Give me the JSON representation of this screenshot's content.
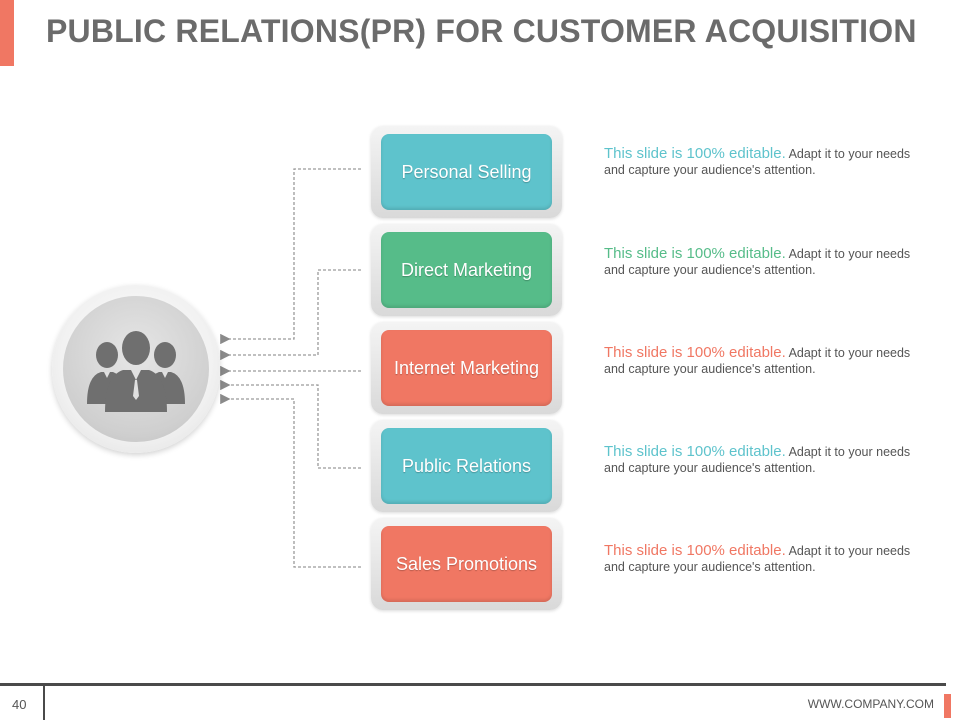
{
  "slide": {
    "title": "PUBLIC RELATIONS(PR) FOR CUSTOMER ACQUISITION",
    "page_number": "40",
    "footer_url": "WWW.COMPANY.COM"
  },
  "colors": {
    "accent": "#f07763",
    "teal": "#5ec3cc",
    "green": "#56bc89",
    "coral": "#f07763",
    "title_gray": "#6b6b6b"
  },
  "hub": {
    "icon": "people-group-icon"
  },
  "items": [
    {
      "label": "Personal Selling",
      "color": "#5ec3cc",
      "desc_lead": "This slide is 100% editable.",
      "desc_body": "Adapt it to your needs and capture your audience's attention."
    },
    {
      "label": "Direct Marketing",
      "color": "#56bc89",
      "desc_lead": "This slide is 100% editable.",
      "desc_body": "Adapt it to your needs and capture your audience's attention."
    },
    {
      "label": "Internet Marketing",
      "color": "#f07763",
      "desc_lead": "This slide is 100% editable.",
      "desc_body": "Adapt it to your needs and capture your audience's attention."
    },
    {
      "label": "Public Relations",
      "color": "#5ec3cc",
      "desc_lead": "This slide is 100% editable.",
      "desc_body": "Adapt it to your needs and capture your audience's attention."
    },
    {
      "label": "Sales Promotions",
      "color": "#f07763",
      "desc_lead": "This slide is 100% editable.",
      "desc_body": "Adapt it to your needs and capture your audience's attention."
    }
  ]
}
